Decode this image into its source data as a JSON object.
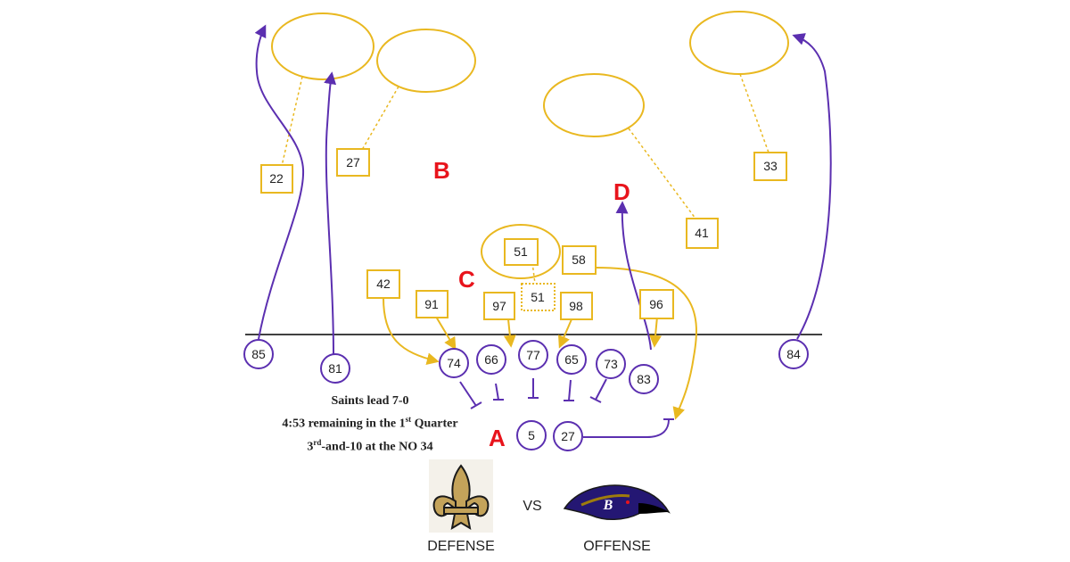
{
  "colors": {
    "offense": "#5b2fb0",
    "defense": "#e9b820",
    "zone_letter": "#e8141c",
    "line": "#000000"
  },
  "zone_letters": [
    "A",
    "B",
    "C",
    "D"
  ],
  "defense_players": [
    "22",
    "27",
    "33",
    "41",
    "51",
    "58",
    "42",
    "91",
    "97",
    "51",
    "98",
    "96"
  ],
  "offense_players": [
    "85",
    "81",
    "74",
    "66",
    "77",
    "65",
    "73",
    "83",
    "84",
    "5",
    "27"
  ],
  "situation": {
    "line1": "Saints lead 7-0",
    "line2_pre": "4:53 remaining in the 1",
    "line2_sup": "st",
    "line2_post": " Quarter",
    "line3_pre": "3",
    "line3_sup": "rd",
    "line3_post": "-and-10 at the NO 34"
  },
  "matchup": {
    "defense_label": "DEFENSE",
    "vs_label": "VS",
    "offense_label": "OFFENSE",
    "defense_logo_icon": "fleur-de-lis-icon",
    "offense_logo_icon": "raven-head-icon"
  }
}
